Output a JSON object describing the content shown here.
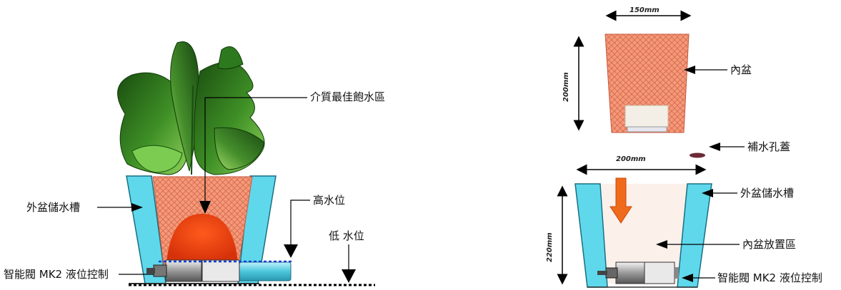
{
  "left_diagram": {
    "labels": {
      "medium_zone": "介質最佳飽水區",
      "high_level": "高水位",
      "low_level": "低 水位",
      "outer_tank": "外盆儲水槽",
      "valve": "智能閥 MK2 液位控制"
    }
  },
  "right_diagram": {
    "labels": {
      "inner_pot": "內盆",
      "refill_cap": "補水孔蓋",
      "outer_tank": "外盆儲水槽",
      "inner_zone": "內盆放置區",
      "valve": "智能閥 MK2 液位控制"
    },
    "dimensions": {
      "inner_width": "150mm",
      "inner_height": "200mm",
      "outer_width": "200mm",
      "outer_height": "220mm"
    }
  },
  "colors": {
    "cyan": "#5fd8ec",
    "brick": "#f08a6a",
    "dome": "#e84a1c",
    "leaf_dark": "#1f5d14",
    "leaf_light": "#6cc04a",
    "arrow_orange": "#f06a1c"
  }
}
